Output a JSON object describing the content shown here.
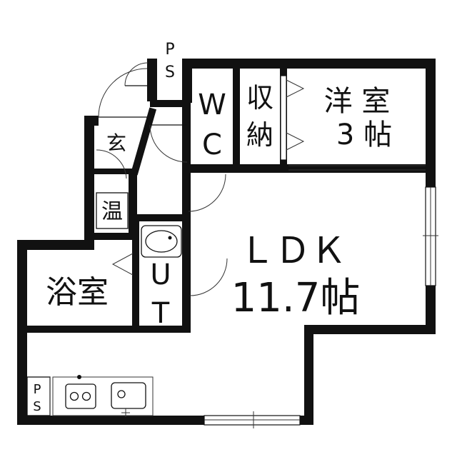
{
  "floorplan": {
    "rooms": {
      "western_room": {
        "line1": "洋 室",
        "line2": "3 帖"
      },
      "storage": {
        "line1": "収",
        "line2": "納"
      },
      "toilet": {
        "line1": "W",
        "line2": "C"
      },
      "ldk": {
        "name": "ＬＤＫ",
        "size": "11.7帖"
      },
      "bath": {
        "name": "浴室"
      },
      "utility": {
        "line1": "U",
        "line2": "T"
      },
      "entrance": {
        "name": "玄"
      },
      "water_heater": {
        "name": "温"
      }
    },
    "pipe_space_top": {
      "line1": "P",
      "line2": "S"
    },
    "pipe_space_bottom": {
      "line1": "P",
      "line2": "S"
    }
  }
}
